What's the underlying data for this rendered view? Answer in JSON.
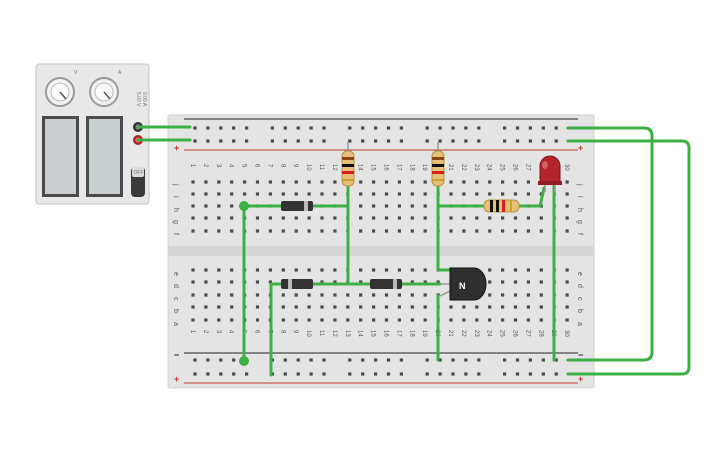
{
  "power_supply": {
    "voltage_label": "5.00 V",
    "current_label": "0.00 A",
    "off_label": "OFF",
    "knob1_label": "V",
    "knob2_label": "A"
  },
  "breadboard": {
    "columns": [
      "1",
      "2",
      "3",
      "4",
      "5",
      "6",
      "7",
      "8",
      "9",
      "10",
      "11",
      "12",
      "13",
      "14",
      "15",
      "16",
      "17",
      "18",
      "19",
      "20",
      "21",
      "22",
      "23",
      "24",
      "25",
      "26",
      "27",
      "28",
      "29",
      "30"
    ],
    "top_rows": [
      "j",
      "i",
      "h",
      "g",
      "f"
    ],
    "bottom_rows": [
      "e",
      "d",
      "c",
      "b",
      "a"
    ],
    "plus_sign": "+",
    "minus_sign": "−"
  },
  "transistor": {
    "label": "N"
  },
  "colors": {
    "wire": "#3cb043",
    "board": "#e4e4e4",
    "rail_red": "#c0392b",
    "rail_black": "#222222",
    "led": "#b3242a",
    "resistor_body": "#e6c07a"
  }
}
